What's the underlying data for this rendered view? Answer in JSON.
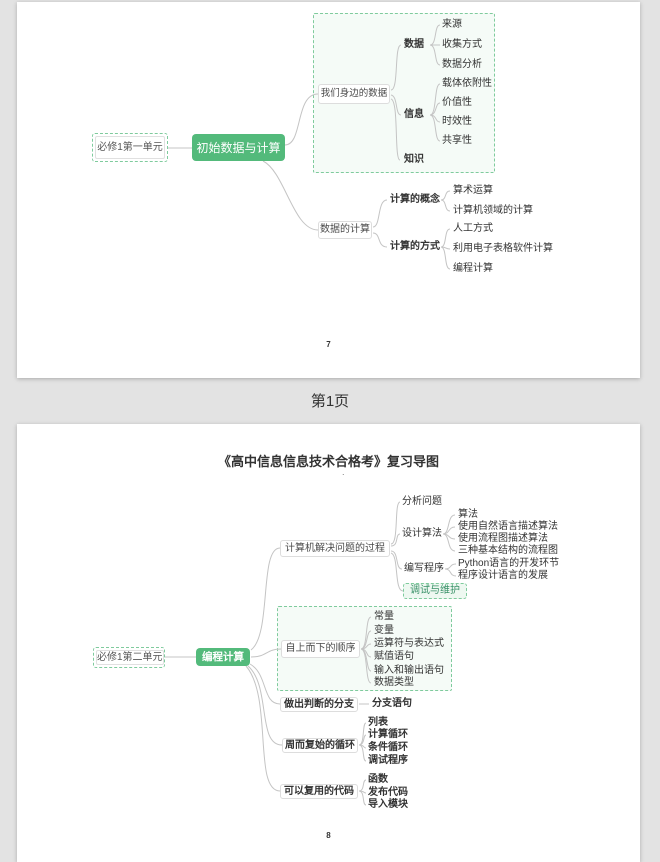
{
  "separator": {
    "label": "第1页"
  },
  "colors": {
    "node_green": "#53ba7b",
    "dashed_green": "#7fcb9d",
    "container_tint": "#eef8f1",
    "connector_gray": "#c4c4c4",
    "canvas_gray": "#e3e3e3",
    "debug_text_green": "#3a9168"
  },
  "page1": {
    "footer_number": "7",
    "unit_label": "必修1第一单元",
    "root_label": "初始数据与计算",
    "around_us_label": "我们身边的数据",
    "data_group": "数据",
    "data_children": [
      "来源",
      "收集方式",
      "数据分析"
    ],
    "info_group": "信息",
    "info_children": [
      "载体依附性",
      "价值性",
      "时效性",
      "共享性"
    ],
    "knowledge_group": "知识",
    "calc_label": "数据的计算",
    "concept_group": "计算的概念",
    "concept_children": [
      "算术运算",
      "计算机领域的计算"
    ],
    "method_group": "计算的方式",
    "method_children": [
      "人工方式",
      "利用电子表格软件计算",
      "编程计算"
    ]
  },
  "page2": {
    "title": "《高中信息信息技术合格考》复习导图",
    "title_mark": ".",
    "footer_number": "8",
    "unit_label": "必修1第二单元",
    "root_label": "编程计算",
    "process_label": "计算机解决问题的过程",
    "analyze_label": "分析问题",
    "design_label": "设计算法",
    "design_children": [
      "算法",
      "使用自然语言描述算法",
      "使用流程图描述算法",
      "三种基本结构的流程图"
    ],
    "write_label": "编写程序",
    "write_children": [
      "Python语言的开发环节",
      "程序设计语言的发展"
    ],
    "debug_label": "调试与维护",
    "sequence_label": "自上而下的顺序",
    "sequence_children": [
      "常量",
      "变量",
      "运算符与表达式",
      "赋值语句",
      "输入和输出语句",
      "数据类型"
    ],
    "branch_label": "做出判断的分支",
    "branch_children": [
      "分支语句"
    ],
    "loop_label": "周而复始的循环",
    "loop_children": [
      "列表",
      "计算循环",
      "条件循环",
      "调试程序"
    ],
    "reuse_label": "可以复用的代码",
    "reuse_children": [
      "函数",
      "发布代码",
      "导入模块"
    ]
  }
}
